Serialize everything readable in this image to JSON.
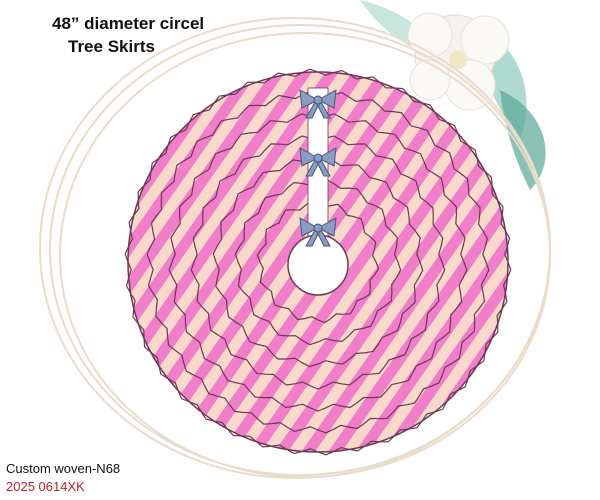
{
  "title_line1": "48” diameter circel",
  "title_line2": "Tree Skirts",
  "code_line1": "Custom woven-N68",
  "code_line2": "2025 0614XK",
  "colors": {
    "ruffle_pink": "#f07ec8",
    "ruffle_cream": "#fbd8cc",
    "outline": "#6a3a55",
    "bow": "#8a9cc4",
    "leaf": "#6ab0a0",
    "flower": "#f6f3ee",
    "frame_ring": "#e9dccb",
    "code_accent": "#c0202a"
  },
  "decor": {
    "product_image": "ruffled-tree-skirt",
    "bows": 3,
    "ruffle_tiers": 7,
    "background": "magnolia-flower-and-ring-watermark"
  }
}
